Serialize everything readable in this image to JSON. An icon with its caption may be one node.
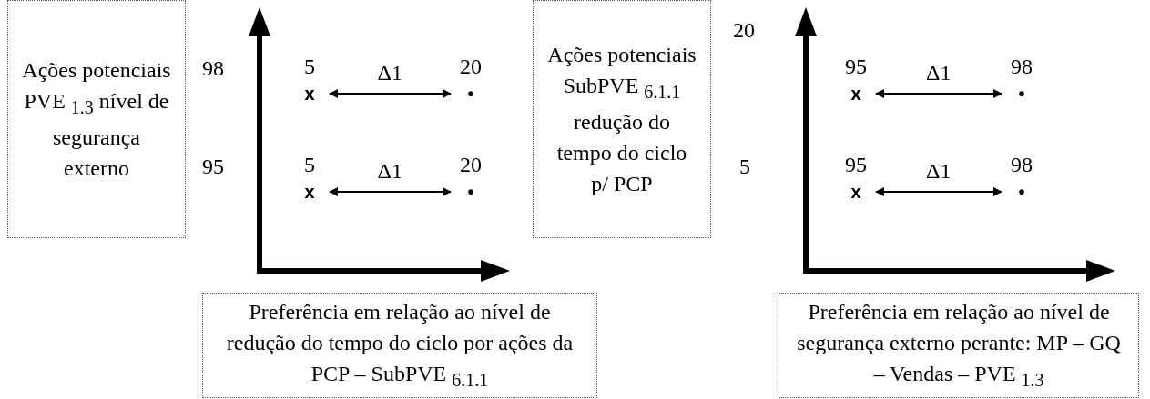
{
  "diagram": {
    "nodes": [
      {
        "text": [
          "Ações potenciais PVE $_{1.3}$ nível de segurança externo"
        ]
      },
      {
        "text": [
          "x"
        ],
        "beside": [
          "5"
        ]
      },
      {
        "text": [
          "•"
        ],
        "beside": [
          "20"
        ]
      },
      {
        "text": [
          "x"
        ],
        "beside": [
          "5"
        ]
      },
      {
        "text": [
          "•"
        ],
        "beside": [
          "20"
        ]
      },
      {
        "text": [
          "Ações potenciais SubPVE $_{6.1.1}$ redução do tempo do ciclo p/ PCP"
        ]
      },
      {
        "text": [
          "x"
        ],
        "beside": [
          "95"
        ]
      },
      {
        "text": [
          "•"
        ],
        "beside": [
          "98"
        ]
      },
      {
        "text": [
          "x"
        ],
        "beside": [
          "95"
        ]
      },
      {
        "text": [
          "•"
        ],
        "beside": [
          "98"
        ]
      },
      {
        "text": [
          "Preferência em relação ao nível de redução do tempo do ciclo por ações da PCP – SubPVE $_{6.1.1}$"
        ]
      },
      {
        "text": [
          "Preferência em relação ao nível de segurança externo perante: MP – GQ – Vendas – PVE $_{1.3}$"
        ]
      }
    ],
    "edges": [
      {
        "from": 1,
        "to": 2,
        "arrow": "both",
        "label": "Δ1"
      },
      {
        "from": 3,
        "to": 4,
        "arrow": "both",
        "label": "Δ1"
      },
      {
        "from": 6,
        "to": 7,
        "arrow": "both",
        "label": "Δ1"
      },
      {
        "from": 8,
        "to": 9,
        "arrow": "both",
        "label": "Δ1"
      }
    ],
    "labels": [
      "98",
      "95",
      "20",
      "5"
    ]
  }
}
